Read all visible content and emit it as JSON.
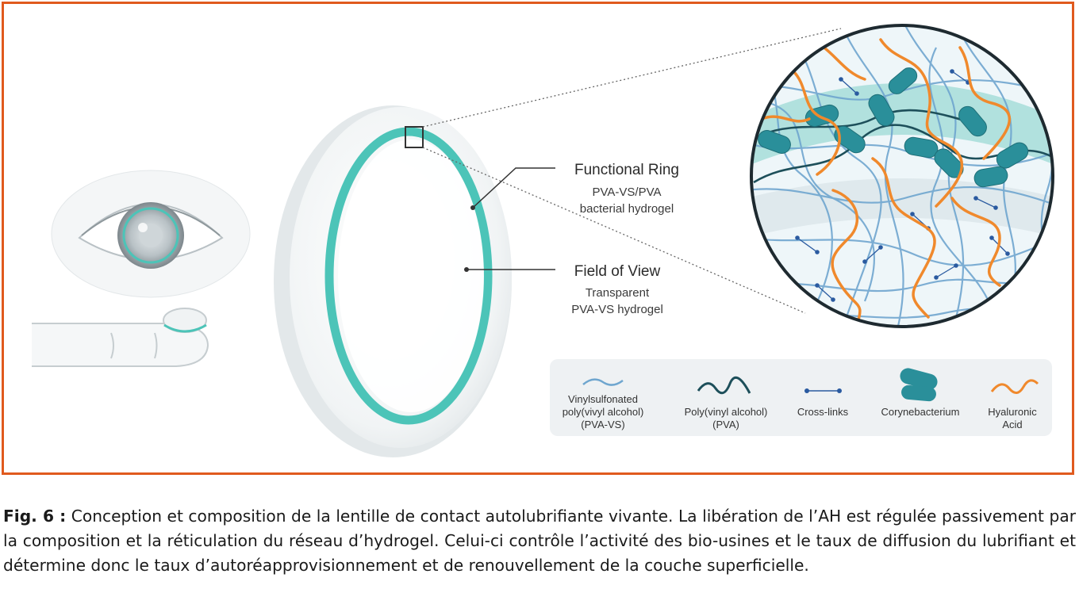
{
  "callouts": {
    "functional_ring": {
      "title": "Functional Ring",
      "line1": "PVA-VS/PVA",
      "line2": "bacterial hydrogel"
    },
    "field_of_view": {
      "title": "Field of View",
      "line1": "Transparent",
      "line2": "PVA-VS hydrogel"
    }
  },
  "legend": {
    "vs": {
      "line1": "Vinylsulfonated",
      "line2": "poly(vivyl alcohol)",
      "line3": "(PVA-VS)"
    },
    "pva": {
      "line1": "Poly(vinyl alcohol)",
      "line2": "(PVA)"
    },
    "crosslinks": {
      "line1": "Cross-links"
    },
    "coryne": {
      "line1": "Corynebacterium"
    },
    "ha": {
      "line1": "Hyaluronic",
      "line2": "Acid"
    }
  },
  "caption": {
    "label": "Fig. 6 :",
    "text": " Conception et composition de la lentille de contact autolubrifiante vivante. La libération de l’AH est régulée passivement par la composition et la réticulation du réseau d’hydrogel. Celui-ci contrôle l’activité des bio-usines et le taux de diffusion du lubrifiant et détermine donc le taux d’autoréapprovisionnement et de renouvellement de la couche superficielle."
  },
  "colors": {
    "frame": "#e05a1e",
    "teal": "#4cc4b8",
    "pva_vs": "#6fa6cf",
    "pva": "#1d4f5a",
    "crosslink": "#2a5aa0",
    "bacteria": "#2a8f9a",
    "hyaluronic": "#f0892c"
  }
}
